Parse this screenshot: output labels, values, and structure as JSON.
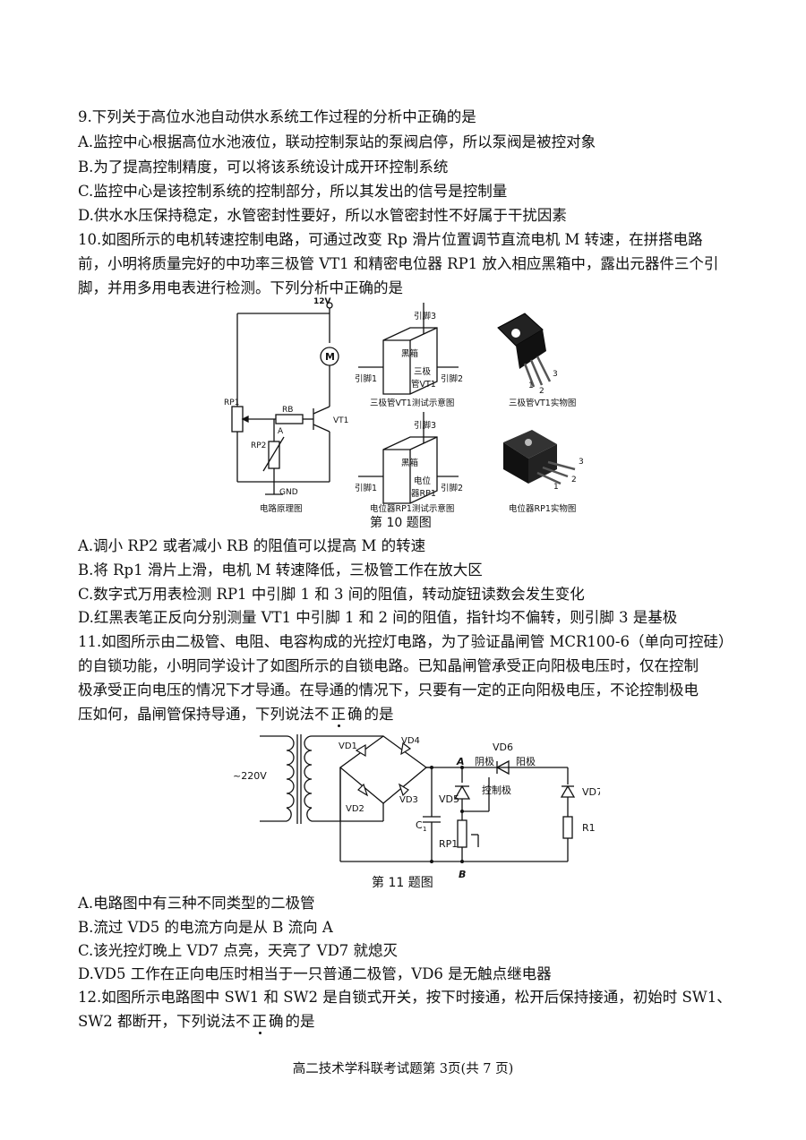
{
  "q9": {
    "stem": "9.下列关于高位水池自动供水系统工作过程的分析中正确的是",
    "options": [
      "A.监控中心根据高位水池液位，联动控制泵站的泵阀启停，所以泵阀是被控对象",
      "B.为了提高控制精度，可以将该系统设计成开环控制系统",
      "C.监控中心是该控制系统的控制部分，所以其发出的信号是控制量",
      "D.供水水压保持稳定，水管密封性要好，所以水管密封性不好属于干扰因素"
    ]
  },
  "q10": {
    "stem": [
      "10.如图所示的电机转速控制电路，可通过改变 Rp 滑片位置调节直流电机 M 转速，在拼搭电路",
      "前，小明将质量完好的中功率三极管 VT1 和精密电位器 RP1 放入相应黑箱中，露出元器件三个引",
      "脚，并用多用电表进行检测。下列分析中正确的是"
    ],
    "figure": {
      "supply": "12V",
      "gnd": "GND",
      "rp1": "RP1",
      "rb": "RB",
      "rp2": "RP2",
      "node_a": "A",
      "vt1": "VT1",
      "motor": "M",
      "circuit_caption": "电路原理图",
      "pin1": "引脚1",
      "pin2": "引脚2",
      "pin3": "引脚3",
      "blackbox": "黑箱",
      "box1_label_a": "三极",
      "box1_label_b": "管VT1",
      "box2_label_a": "电位",
      "box2_label_b": "器RP1",
      "box1_caption": "三极管VT1测试示意图",
      "box2_caption": "电位器RP1测试示意图",
      "photo1_caption": "三极管VT1实物图",
      "photo2_caption": "电位器RP1实物图",
      "photo_pin1": "1",
      "photo_pin2": "2",
      "photo_pin3": "3",
      "title": "第 10 题图"
    },
    "options": [
      "A.调小 RP2 或者减小 RB 的阻值可以提高 M 的转速",
      "B.将 Rp1 滑片上滑，电机 M 转速降低，三极管工作在放大区",
      "C.数字式万用表检测 RP1 中引脚 1 和 3 间的阻值，转动旋钮读数会发生变化",
      "D.红黑表笔正反向分别测量 VT1 中引脚 1 和 2 间的阻值，指针均不偏转，则引脚 3 是基极"
    ]
  },
  "q11": {
    "stem": [
      "11.如图所示由二极管、电阻、电容构成的光控灯电路，为了验证晶闸管 MCR100-6（单向可控硅）",
      "的自锁功能，小明同学设计了如图所示的自锁电路。已知晶闸管承受正向阳极电压时，仅在控制",
      "极承受正向电压的情况下才导通。在导通的情况下，只要有一定的正向阳极电压，不论控制极电"
    ],
    "stem_last_prefix": "压如何，晶闸管保持导通，下列说法",
    "stem_last_emph": "不正确",
    "stem_last_suffix": "的是",
    "figure": {
      "ac": "~220V",
      "vd1": "VD1",
      "vd2": "VD2",
      "vd3": "VD3",
      "vd4": "VD4",
      "vd5": "VD5",
      "vd6": "VD6",
      "vd7": "VD7",
      "c1": "C",
      "c1_sub": "1",
      "rp1": "RP1",
      "r1": "R1",
      "node_a": "A",
      "node_b": "B",
      "cathode": "阴极",
      "anode": "阳极",
      "gate": "控制极",
      "title": "第 11 题图"
    },
    "options": [
      "A.电路图中有三种不同类型的二极管",
      "B.流过 VD5 的电流方向是从 B 流向 A",
      "C.该光控灯晚上 VD7 点亮，天亮了 VD7 就熄灭",
      "D.VD5 工作在正向电压时相当于一只普通二极管，VD6 是无触点继电器"
    ]
  },
  "q12": {
    "stem": "12.如图所示电路图中 SW1 和 SW2 是自锁式开关，按下时接通，松开后保持接通，初始时 SW1、",
    "stem2_prefix": "SW2 都断开，下列说法",
    "stem2_emph": "不正确",
    "stem2_suffix": "的是"
  },
  "footer": "高二技术学科联考试题第 3页(共 7 页)"
}
